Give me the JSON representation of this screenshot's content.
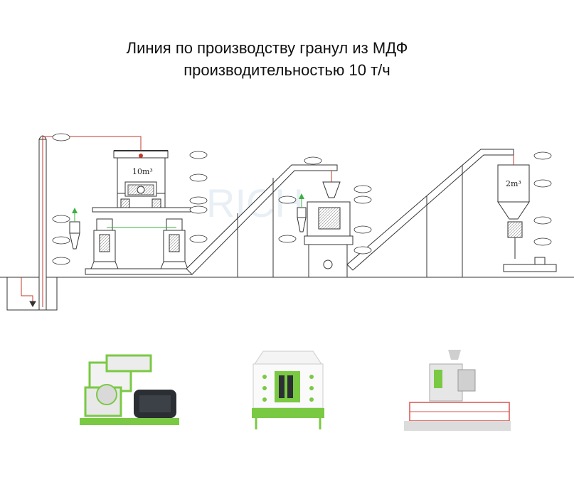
{
  "title": {
    "line1": "Линия по производству гранул из МДФ",
    "line2": "производительностью 10 т/ч"
  },
  "bins": [
    {
      "volume": "10m³"
    },
    {
      "volume": "2m³"
    }
  ],
  "watermark": "RICH",
  "colors": {
    "line": "#333333",
    "pipe_red": "#c0392b",
    "pipe_green": "#3cb043",
    "machine_green": "#7ac943",
    "motor_dark": "#2b2f33",
    "rail_red": "#d9534f"
  },
  "products": [
    {
      "name": "pellet-mill"
    },
    {
      "name": "counterflow-cooler"
    },
    {
      "name": "packing-machine"
    }
  ]
}
